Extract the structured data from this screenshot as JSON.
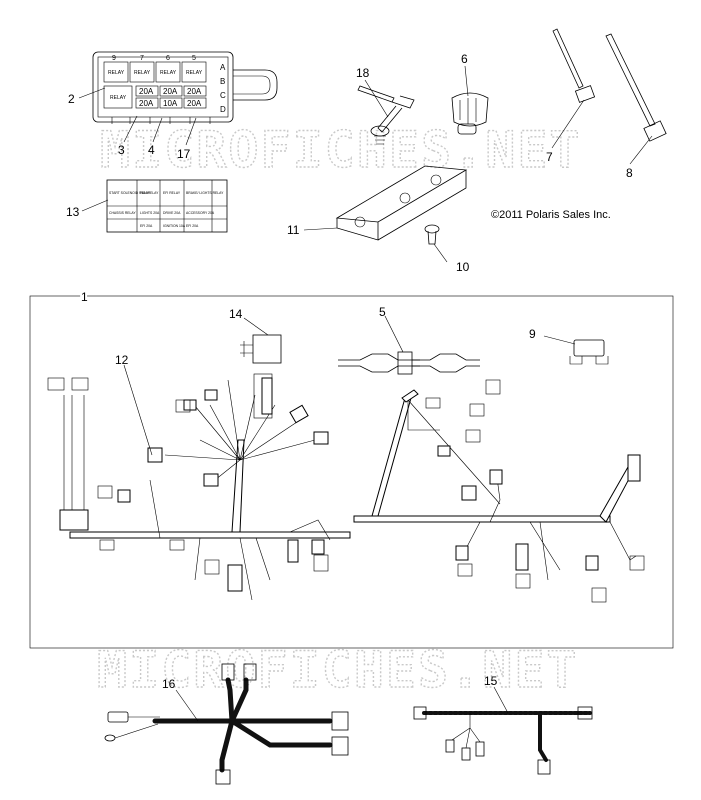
{
  "watermark": "MICROFICHES.NET",
  "copyright": "©2011 Polaris Sales Inc.",
  "callouts": {
    "c1": "1",
    "c2": "2",
    "c3": "3",
    "c4": "4",
    "c5": "5",
    "c6": "6",
    "c7": "7",
    "c8": "8",
    "c9": "9",
    "c10": "10",
    "c11": "11",
    "c12": "12",
    "c13": "13",
    "c14": "14",
    "c15": "15",
    "c16": "16",
    "c17": "17",
    "c18": "18"
  },
  "fuse_box": {
    "top_numbers": [
      "9",
      "7",
      "6",
      "5"
    ],
    "relay_label": "RELAY",
    "fuse_ratings": [
      "20A",
      "20A",
      "20A",
      "20A",
      "10A",
      "20A"
    ],
    "side_letters": [
      "A",
      "B",
      "C",
      "D"
    ]
  },
  "fuse_label_card": {
    "cells": [
      "START SOLENOID RELAY",
      "FAN RELAY",
      "EFI RELAY",
      "BRAKE/ LIGHTS RELAY",
      "CHASSIS RELAY",
      "LIGHTS 20A",
      "DRIVE 20A",
      "ACCESSORY 20A",
      "",
      "EFI 20A",
      "IGNITION 10A",
      "EFI 20A"
    ]
  }
}
